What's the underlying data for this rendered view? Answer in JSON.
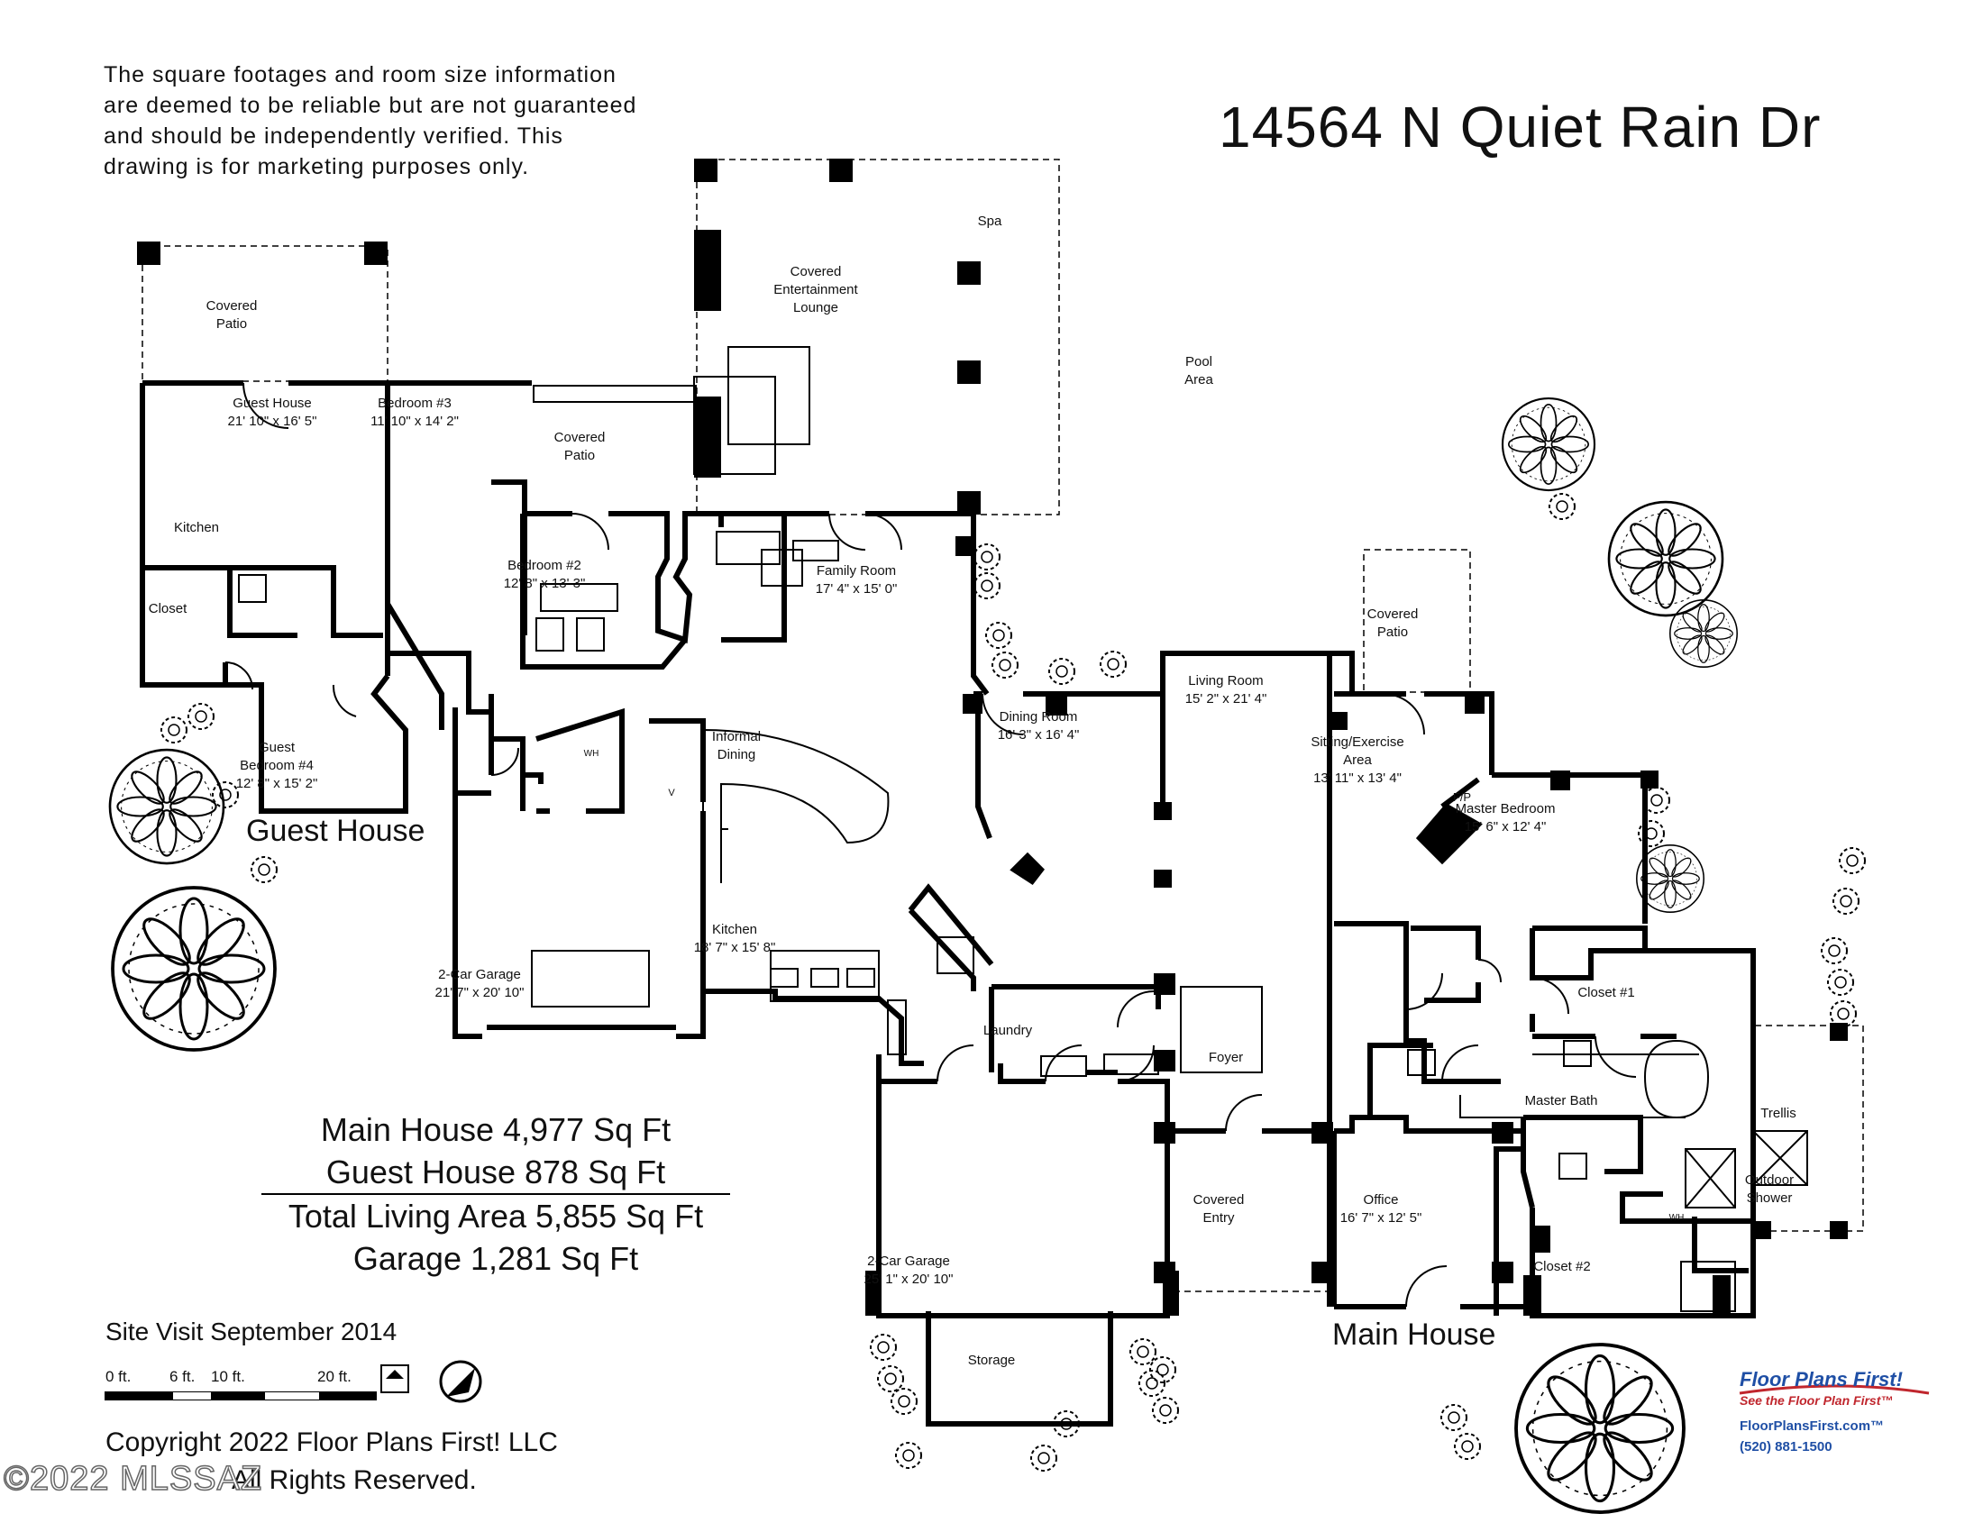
{
  "disclaimer": [
    "The square footages and room size information",
    "are deemed to be reliable but are not guaranteed",
    "and should be independently verified. This",
    "drawing is for marketing purposes only."
  ],
  "address": "14564 N Quiet Rain Dr",
  "rooms": {
    "spa": "Spa",
    "lounge_1": "Covered",
    "lounge_2": "Entertainment",
    "lounge_3": "Lounge",
    "pool_1": "Pool",
    "pool_2": "Area",
    "covered_patio_guest_1": "Covered",
    "covered_patio_guest_2": "Patio",
    "guest_house_name": "Guest House",
    "guest_house_dim": "21' 10\" x 16' 5\"",
    "bedroom3_name": "Bedroom #3",
    "bedroom3_dim": "11' 10\" x 14' 2\"",
    "covered_patio_mid_1": "Covered",
    "covered_patio_mid_2": "Patio",
    "guest_kitchen": "Kitchen",
    "guest_closet": "Closet",
    "bedroom2_name": "Bedroom #2",
    "bedroom2_dim": "12' 8\" x 13' 3\"",
    "family_name": "Family Room",
    "family_dim": "17' 4\" x 15' 0\"",
    "guest_bed4_1": "Guest",
    "guest_bed4_2": "Bedroom #4",
    "guest_bed4_dim": "12' 8\" x 15' 2\"",
    "informal_1": "Informal",
    "informal_2": "Dining",
    "dining_name": "Dining Room",
    "dining_dim": "16' 3\" x 16' 4\"",
    "living_name": "Living Room",
    "living_dim": "15' 2\" x 21' 4\"",
    "covered_patio_right_1": "Covered",
    "covered_patio_right_2": "Patio",
    "sitting_1": "Sitting/Exercise",
    "sitting_2": "Area",
    "sitting_dim": "13' 11\" x 13' 4\"",
    "fp": "F/P",
    "master_bed_name": "Master Bedroom",
    "master_bed_dim": "15' 6\" x 12' 4\"",
    "kitchen_name": "Kitchen",
    "kitchen_dim": "18' 7\" x 15' 8\"",
    "garage_left_name": "2-Car Garage",
    "garage_left_dim": "21' 7\" x 20' 10\"",
    "laundry": "Laundry",
    "closet1": "Closet #1",
    "master_bath": "Master Bath",
    "trellis": "Trellis",
    "foyer": "Foyer",
    "covered_entry_1": "Covered",
    "covered_entry_2": "Entry",
    "office_name": "Office",
    "office_dim": "16' 7\" x 12' 5\"",
    "outdoor_shower_1": "Outdoor",
    "outdoor_shower_2": "Shower",
    "closet2": "Closet #2",
    "garage_right_name": "2-Car Garage",
    "garage_right_dim": "25' 1\" x 20' 10\"",
    "storage": "Storage",
    "wh": "WH",
    "v": "V"
  },
  "section_labels": {
    "guest_house": "Guest House",
    "main_house": "Main House"
  },
  "summary": {
    "main_house": "Main House 4,977 Sq Ft",
    "guest_house": "Guest House 878 Sq Ft",
    "total": "Total Living Area 5,855 Sq Ft",
    "garage": "Garage 1,281 Sq Ft"
  },
  "site_visit": "Site Visit September 2014",
  "scale": {
    "labels": [
      "0 ft.",
      "6 ft.",
      "10 ft.",
      "20 ft."
    ]
  },
  "copyright": {
    "line1": "Copyright 2022 Floor Plans First! LLC",
    "line2": "All Rights Reserved."
  },
  "watermark": "©2022 MLSSAZ",
  "brand": {
    "name": "Floor Plans First!",
    "tagline": "See the Floor Plan First™",
    "url": "FloorPlansFirst.com™",
    "phone": "(520) 881-1500"
  },
  "colors": {
    "wall": "#000000",
    "brand_blue": "#1f4fa5",
    "brand_red": "#c0262d"
  }
}
